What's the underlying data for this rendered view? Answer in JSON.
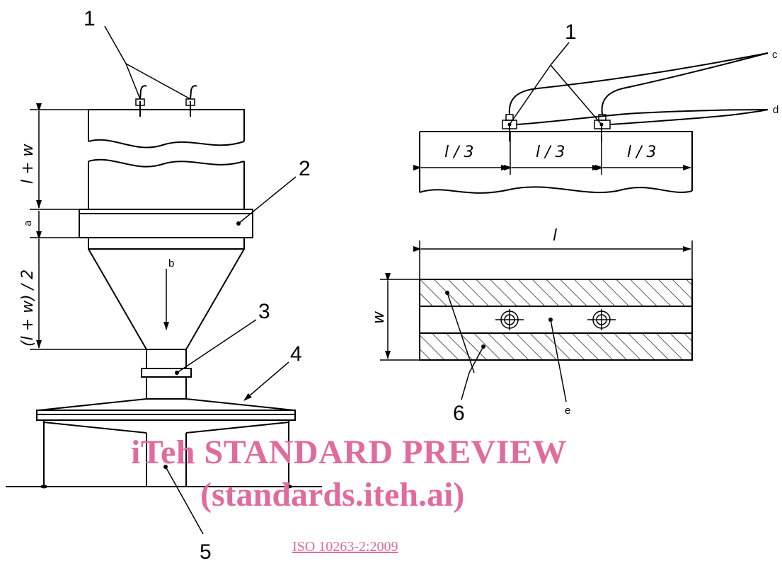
{
  "callouts": {
    "c1a": "1",
    "c1b": "1",
    "c2": "2",
    "c3": "3",
    "c4": "4",
    "c5": "5",
    "c6": "6",
    "b": "b",
    "c": "c",
    "d": "d",
    "e": "e"
  },
  "dimensions": {
    "lw": "l + w",
    "a": "a",
    "half": "(l + w) / 2",
    "third1": "l / 3",
    "third2": "l / 3",
    "third3": "l / 3",
    "l": "l",
    "w": "w"
  },
  "watermark": {
    "line1": "iTeh STANDARD PREVIEW",
    "line2": "(standards.iteh.ai)"
  },
  "standard_ref": "ISO 10263-2:2009",
  "colors": {
    "watermark": "#e06b9d",
    "lines": "#000000"
  }
}
